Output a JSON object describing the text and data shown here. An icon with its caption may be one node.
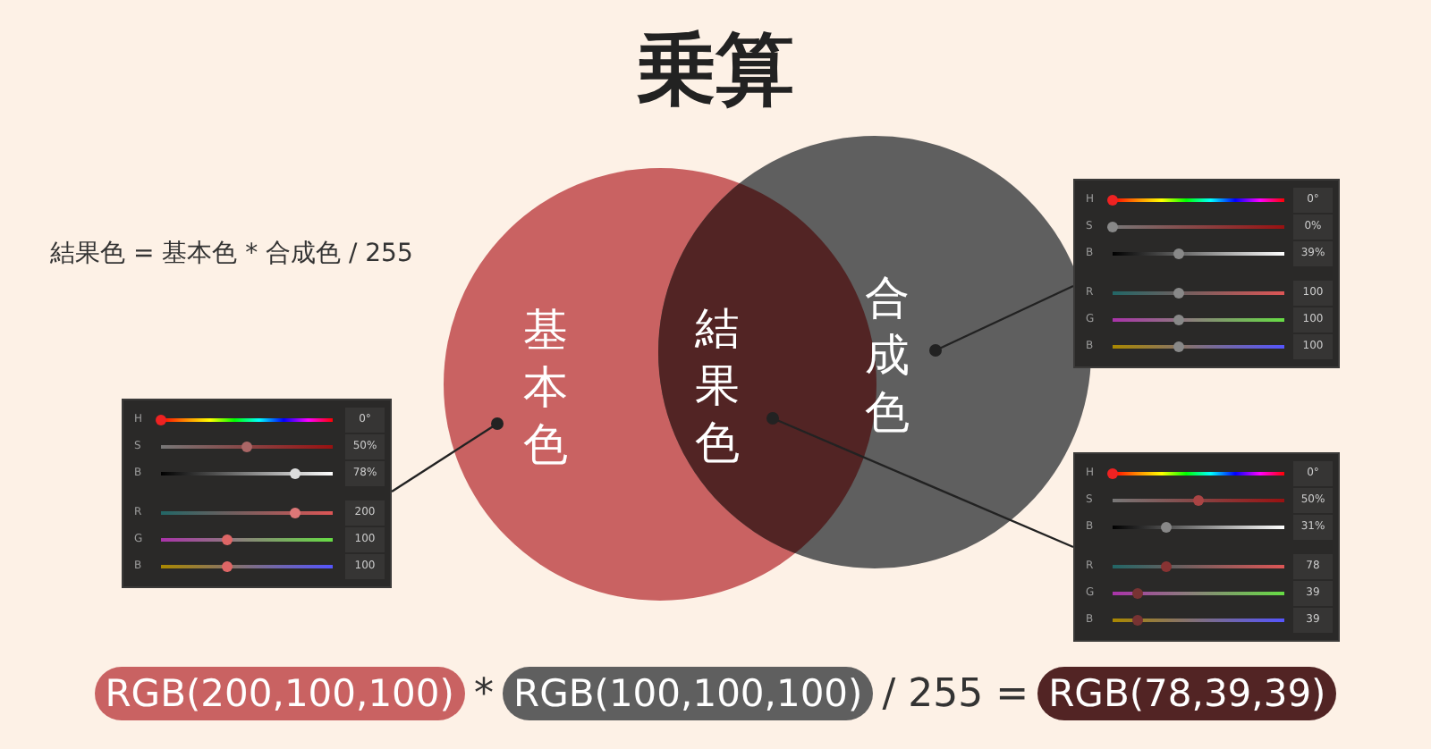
{
  "diagram": {
    "title": "乗算",
    "nodes": [
      {
        "text": [
          "基本色"
        ]
      },
      {
        "text": [
          "結果色"
        ]
      },
      {
        "text": [
          "合成色"
        ]
      },
      {
        "text": [
          "H",
          "0°",
          "S",
          "0%",
          "B",
          "39%",
          "R",
          "100",
          "G",
          "100",
          "B",
          "100"
        ]
      },
      {
        "text": [
          "H",
          "0°",
          "S",
          "50%",
          "B",
          "78%",
          "R",
          "200",
          "G",
          "100",
          "B",
          "100"
        ]
      },
      {
        "text": [
          "H",
          "0°",
          "S",
          "50%",
          "B",
          "31%",
          "R",
          "78",
          "G",
          "39",
          "B",
          "39"
        ]
      },
      {
        "text": [
          "RGB(200,100,100)"
        ]
      },
      {
        "text": [
          "RGB(100,100,100)"
        ]
      },
      {
        "text": [
          "RGB(78,39,39)"
        ]
      }
    ],
    "edges": [
      {
        "from": 3,
        "to": 2,
        "arrow": "other"
      },
      {
        "from": 4,
        "to": 0,
        "arrow": "other"
      },
      {
        "from": 5,
        "to": 1,
        "arrow": "other"
      }
    ],
    "labels": [
      "結果色 = 基本色 * 合成色 / 255",
      "*",
      "/ 255 ="
    ]
  }
}
